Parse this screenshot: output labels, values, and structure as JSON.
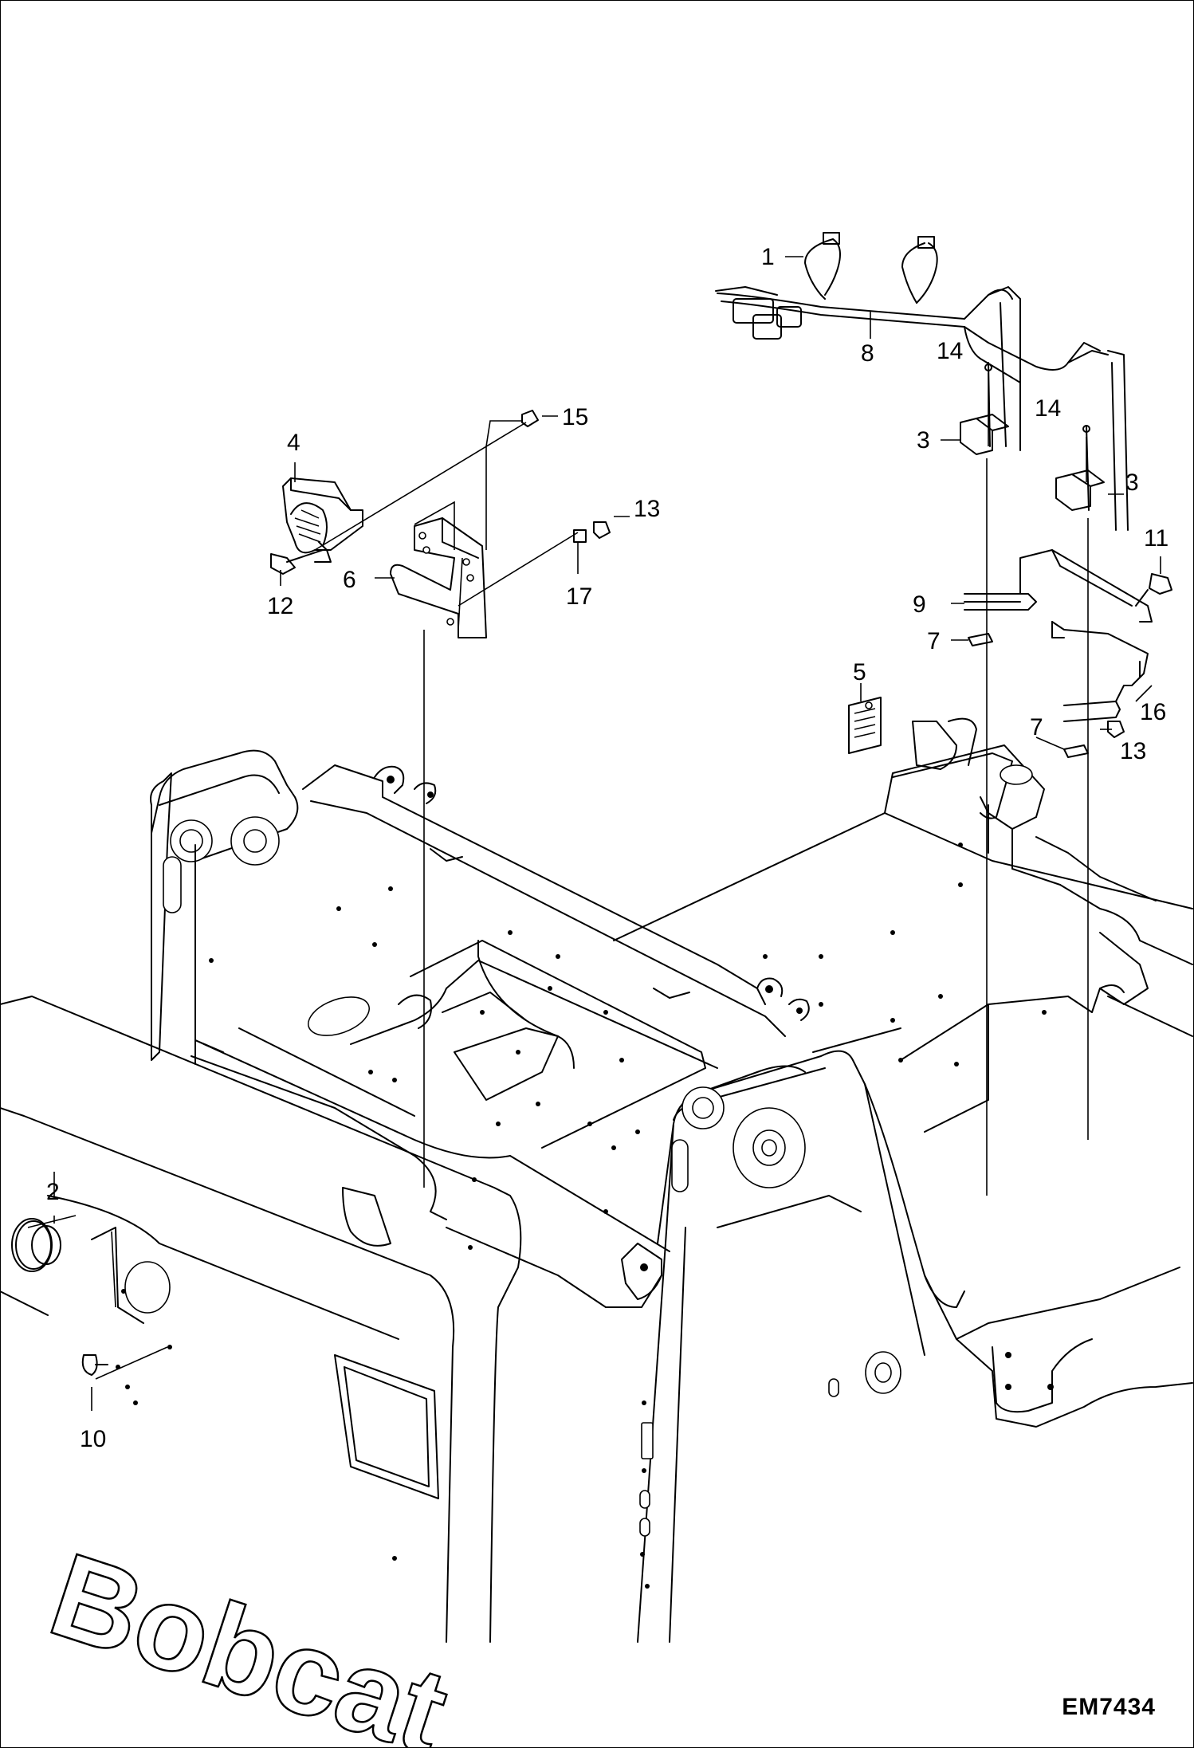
{
  "drawing": {
    "id": "EM7434",
    "brand_text": "Bobcat"
  },
  "callouts": [
    {
      "key": "c1",
      "number": "1"
    },
    {
      "key": "c2",
      "number": "2"
    },
    {
      "key": "c3a",
      "number": "3"
    },
    {
      "key": "c3b",
      "number": "3"
    },
    {
      "key": "c4",
      "number": "4"
    },
    {
      "key": "c5",
      "number": "5"
    },
    {
      "key": "c6",
      "number": "6"
    },
    {
      "key": "c7a",
      "number": "7"
    },
    {
      "key": "c7b",
      "number": "7"
    },
    {
      "key": "c8",
      "number": "8"
    },
    {
      "key": "c9",
      "number": "9"
    },
    {
      "key": "c10",
      "number": "10"
    },
    {
      "key": "c11",
      "number": "11"
    },
    {
      "key": "c12",
      "number": "12"
    },
    {
      "key": "c13a",
      "number": "13"
    },
    {
      "key": "c13b",
      "number": "13"
    },
    {
      "key": "c14a",
      "number": "14"
    },
    {
      "key": "c14b",
      "number": "14"
    },
    {
      "key": "c15",
      "number": "15"
    },
    {
      "key": "c16",
      "number": "16"
    },
    {
      "key": "c17",
      "number": "17"
    }
  ]
}
